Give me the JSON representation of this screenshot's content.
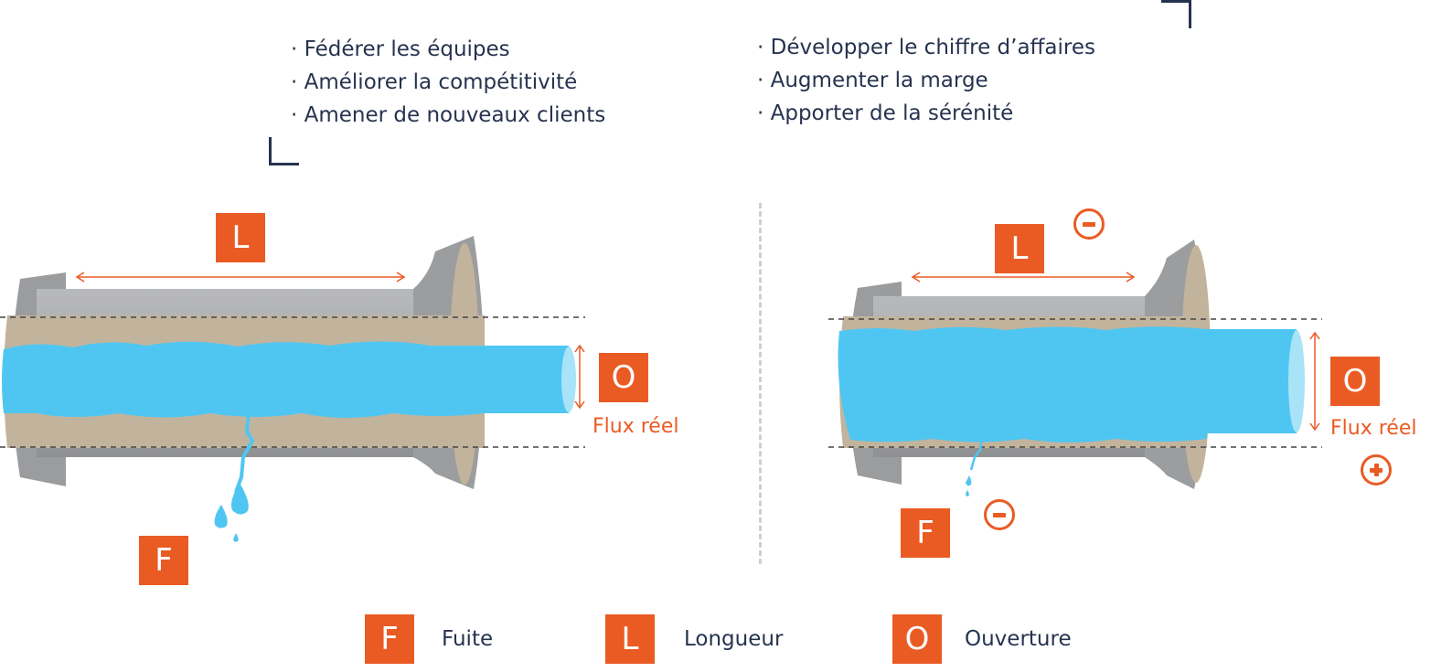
{
  "benefits_left": [
    "Fédérer les équipes",
    "Améliorer la compétitivité",
    "Amener de nouveaux clients"
  ],
  "benefits_right": [
    "Développer le chiffre d’affaires",
    "Augmenter la marge",
    "Apporter de la sérénité"
  ],
  "diagram_left": {
    "length_badge": "L",
    "opening_badge": "O",
    "leak_badge": "F",
    "flow_label": "Flux réel"
  },
  "diagram_right": {
    "length_badge": "L",
    "opening_badge": "O",
    "leak_badge": "F",
    "flow_label": "Flux réel",
    "length_sign": "minus",
    "leak_sign": "minus",
    "flow_sign": "plus"
  },
  "legend": [
    {
      "letter": "F",
      "label": "Fuite"
    },
    {
      "letter": "L",
      "label": "Longueur"
    },
    {
      "letter": "O",
      "label": "Ouverture"
    }
  ],
  "colors": {
    "accent": "#ea5b24",
    "navy": "#26334f",
    "water": "#4fc6f2",
    "deposit": "#c2b49c",
    "pipe": "#a6a7a9"
  }
}
